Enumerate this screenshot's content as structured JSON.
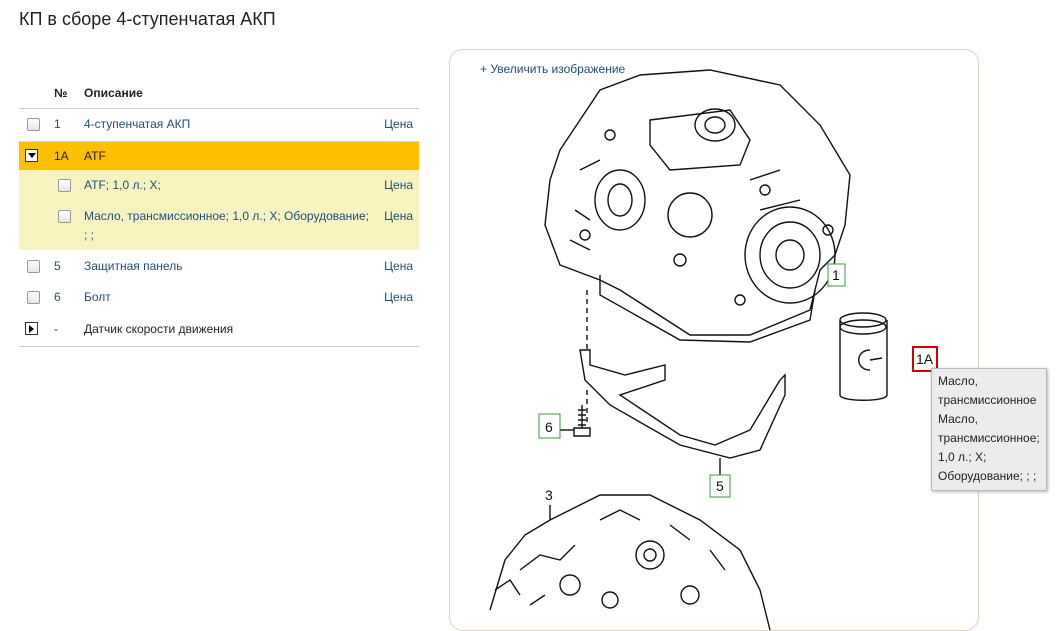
{
  "page": {
    "title": "КП в сборе 4-ступенчатая АКП"
  },
  "table": {
    "col_num": "№",
    "col_desc": "Описание",
    "rows": [
      {
        "num": "1",
        "desc": "4-ступенчатая АКП",
        "price": "Цена"
      },
      {
        "num": "1A",
        "desc": "ATF"
      },
      {
        "num": "",
        "desc": "ATF; 1,0 л.; X;",
        "price": "Цена"
      },
      {
        "num": "",
        "desc": "Масло, трансмиссионное; 1,0 л.; X; Оборудование;",
        "desc2": "; ;",
        "price": "Цена"
      },
      {
        "num": "5",
        "desc": "Защитная панель",
        "price": "Цена"
      },
      {
        "num": "6",
        "desc": "Болт",
        "price": "Цена"
      },
      {
        "num": "-",
        "desc": "Датчик скорости движения"
      }
    ]
  },
  "diagram": {
    "zoom_link": "+ Увеличить изображение",
    "callouts": {
      "c1": "1",
      "c1a": "1A",
      "c3": "3",
      "c5": "5",
      "c6": "6"
    },
    "tooltip_lines": [
      "Масло,",
      "трансмиссионное",
      "Масло,",
      "трансмиссионное;",
      "1,0 л.; X;",
      "Оборудование; ; ;"
    ]
  },
  "colors": {
    "selected_row": "#fdbf00",
    "sub_row": "#f6f3c0",
    "link": "#1f4e79",
    "callout_green": "#3a9a3a",
    "callout_red": "#d40000"
  }
}
